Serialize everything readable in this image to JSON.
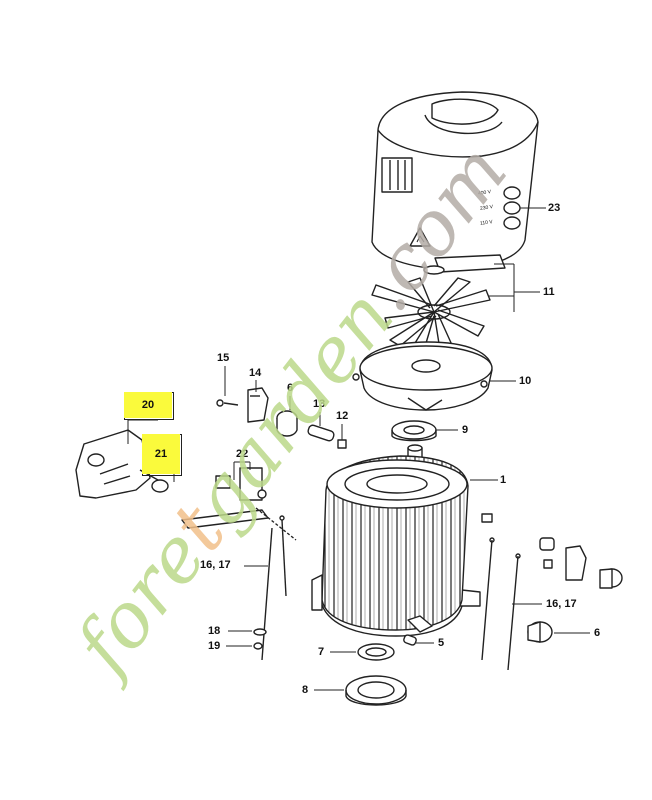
{
  "diagram": {
    "callouts": [
      {
        "id": "c23",
        "text": "23"
      },
      {
        "id": "c11",
        "text": "11"
      },
      {
        "id": "c10",
        "text": "10"
      },
      {
        "id": "c9",
        "text": "9"
      },
      {
        "id": "c1",
        "text": "1"
      },
      {
        "id": "c15",
        "text": "15"
      },
      {
        "id": "c14",
        "text": "14"
      },
      {
        "id": "c6a",
        "text": "6"
      },
      {
        "id": "c13",
        "text": "13"
      },
      {
        "id": "c12",
        "text": "12"
      },
      {
        "id": "c20",
        "text": "20"
      },
      {
        "id": "c21",
        "text": "21"
      },
      {
        "id": "c22",
        "text": "22"
      },
      {
        "id": "c1617a",
        "text": "16, 17"
      },
      {
        "id": "c1617b",
        "text": "16, 17"
      },
      {
        "id": "c6b",
        "text": "6"
      },
      {
        "id": "c18",
        "text": "18"
      },
      {
        "id": "c19",
        "text": "19"
      },
      {
        "id": "c5",
        "text": "5"
      },
      {
        "id": "c7",
        "text": "7"
      },
      {
        "id": "c8",
        "text": "8"
      }
    ],
    "highlight_color": "#fafa3c",
    "motor_labels": [
      "400 V",
      "230 V",
      "110 V"
    ]
  },
  "watermark": {
    "prefix": "fore",
    "accent": "t",
    "suffix": "garden.com",
    "colors": {
      "green": "#bcd98a",
      "orange": "#f2c08a",
      "grey": "#b3aca6"
    }
  }
}
